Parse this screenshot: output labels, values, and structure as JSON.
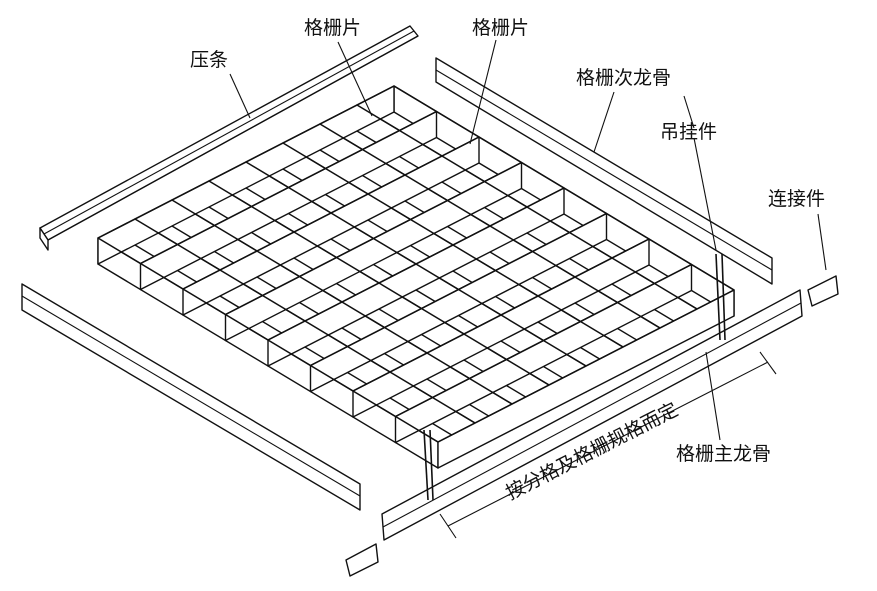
{
  "labels": {
    "grille_sheet_1": "格栅片",
    "grille_sheet_2": "格栅片",
    "press_strip": "压条",
    "secondary_keel": "格栅次龙骨",
    "hanger": "吊挂件",
    "connector": "连接件",
    "main_keel": "格栅主龙骨",
    "dimension": "按分格及格栅规格而定"
  }
}
